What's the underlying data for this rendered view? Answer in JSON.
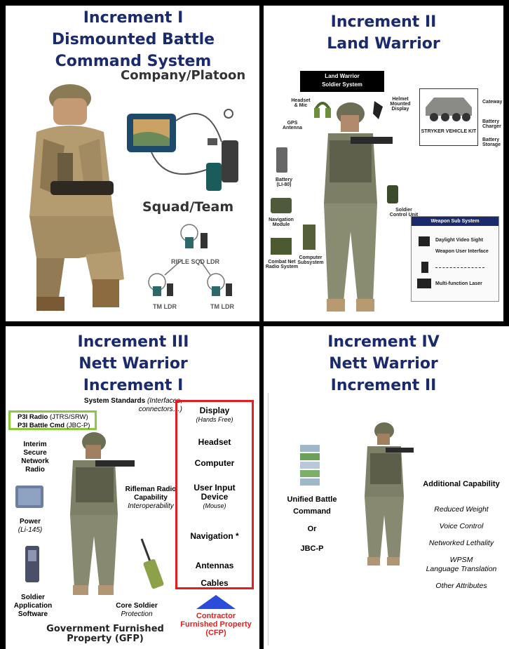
{
  "panels": {
    "p1": {
      "title_lines": [
        "Increment I",
        "Dismounted Battle",
        "Command System"
      ],
      "labels": {
        "company": "Company/Platoon",
        "squad": "Squad/Team",
        "rifle": "RIFLE SQD LDR",
        "tm1": "TM LDR",
        "tm2": "TM LDR"
      }
    },
    "p2": {
      "title_lines": [
        "Increment II",
        "Land Warrior"
      ],
      "header": [
        "Land Warrior",
        "Soldier System"
      ],
      "callouts": {
        "headset": "Headset & Mic",
        "helmet": "Helmet Mounted Display",
        "gps": "GPS Antenna",
        "battery": "Battery (LI-80)",
        "nav": "Navigation Module",
        "scu": "Soldier Control Unit",
        "radio": "Combat Net Radio System",
        "computer": "Computer Subsystem",
        "cateway": "Cateway",
        "charger": "Battery Charger",
        "storage": "Battery Storage",
        "stryker": "STRYKER VEHICLE KIT"
      },
      "weapon": {
        "title": "Weapon Sub System",
        "items": [
          "Daylight Video Sight",
          "Weapon User Interface",
          "Multi-function Laser"
        ]
      }
    },
    "p3": {
      "title_lines": [
        "Increment III",
        "Nett Warrior",
        "Increment I"
      ],
      "system_standards": "System Standards",
      "system_standards_note": "(Interfaces, connectors…)",
      "p3i_radio": "P3I  Radio",
      "p3i_radio_note": "(JTRS/SRW)",
      "p3i_cmd": "P3I  Battle Cmd",
      "p3i_cmd_note": "(JBC-P)",
      "interim_radio": [
        "Interim",
        "Secure",
        "Network",
        "Radio"
      ],
      "power": "Power",
      "power_note": "(Li-145)",
      "software": [
        "Soldier",
        "Application",
        "Software"
      ],
      "rifleman_radio": [
        "Rifleman Radio",
        "Capability"
      ],
      "interop": "Interoperability",
      "core_soldier": "Core Soldier",
      "protection": "Protection",
      "gfp": [
        "Government Furnished",
        "Property (GFP)"
      ],
      "cfp_items": [
        {
          "label": "Display",
          "note": "(Hands Free)"
        },
        {
          "label": "Headset",
          "note": ""
        },
        {
          "label": "Computer",
          "note": ""
        },
        {
          "label": "User Input Device",
          "note": "(Mouse)"
        },
        {
          "label": "Navigation *",
          "note": ""
        },
        {
          "label": "Antennas",
          "note": ""
        },
        {
          "label": "Cables",
          "note": ""
        }
      ],
      "cfp": [
        "Contractor",
        "Furnished Property",
        "(CFP)"
      ]
    },
    "p4": {
      "title_lines": [
        "Increment IV",
        "Nett Warrior",
        "Increment II"
      ],
      "ubc": [
        "Unified Battle",
        "Command"
      ],
      "or": "Or",
      "jbcp": "JBC-P",
      "additional": "Additional Capability",
      "capabilities": [
        "Reduced Weight",
        "Voice Control",
        "Networked Lethality",
        "WPSM",
        "Language Translation",
        "Other Attributes"
      ]
    }
  },
  "colors": {
    "title": "#1a2a6c",
    "frame": "#000000",
    "cfp_border": "#e02020",
    "cfp_text": "#e02020",
    "green_box": "#8dc63f",
    "arrow": "#2a4cd8"
  }
}
